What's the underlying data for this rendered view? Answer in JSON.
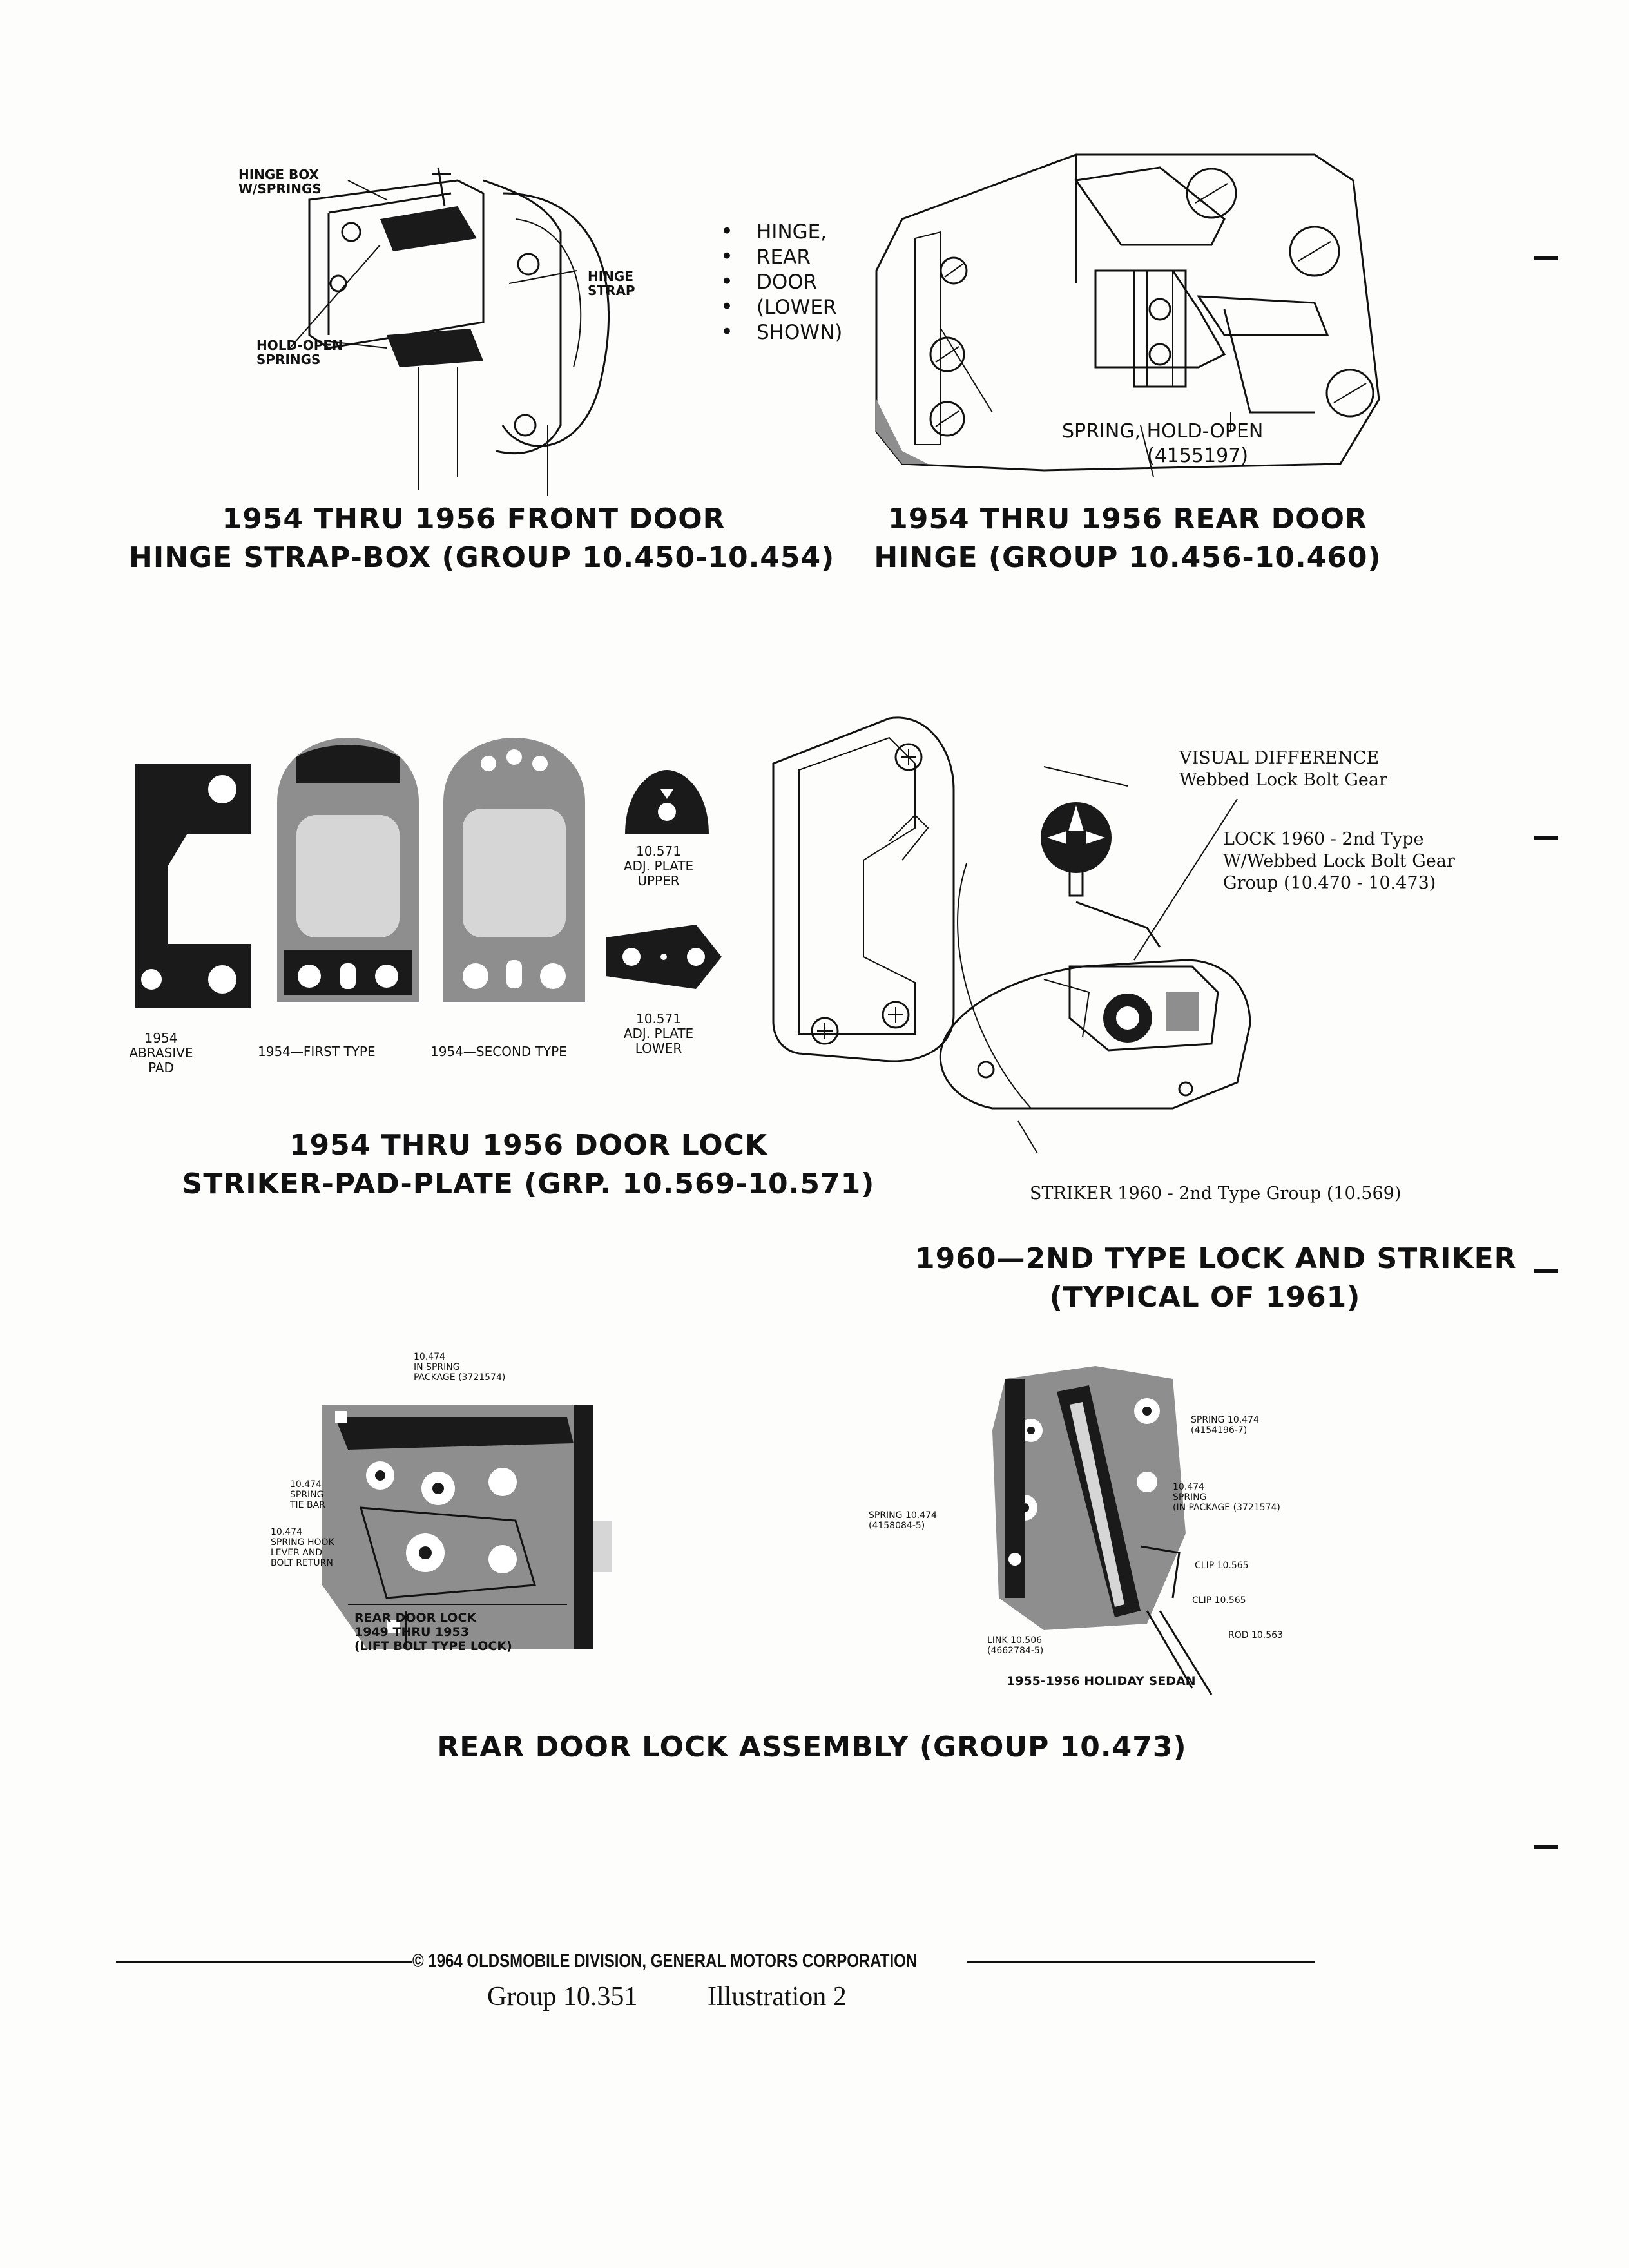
{
  "fig1": {
    "caption_line1": "1954 THRU 1956 FRONT DOOR",
    "caption_line2": "HINGE STRAP-BOX (GROUP 10.450-10.454)",
    "hinge_box_label": "HINGE BOX\nW/SPRINGS",
    "hinge_strap_label": "HINGE\nSTRAP",
    "hold_open_label": "HOLD-OPEN\nSPRINGS"
  },
  "fig2": {
    "bullets": [
      "HINGE,",
      "REAR",
      "DOOR",
      "(LOWER",
      "SHOWN)"
    ],
    "spring_label": "SPRING, HOLD-OPEN",
    "spring_part": "(4155197)",
    "caption_line1": "1954 THRU 1956 REAR DOOR",
    "caption_line2": "HINGE (GROUP 10.456-10.460)"
  },
  "fig3": {
    "pad_label": "1954\nABRASIVE\nPAD",
    "first_type_label": "1954—FIRST TYPE",
    "second_type_label": "1954—SECOND TYPE",
    "upper_label": "10.571\nADJ. PLATE\nUPPER",
    "lower_label": "10.571\nADJ. PLATE\nLOWER",
    "caption_line1": "1954 THRU 1956 DOOR LOCK",
    "caption_line2": "STRIKER-PAD-PLATE (GRP. 10.569-10.571)"
  },
  "fig4": {
    "visual_diff_label": "VISUAL DIFFERENCE\nWebbed Lock Bolt Gear",
    "lock_label": "LOCK 1960 - 2nd Type\nW/Webbed Lock Bolt Gear\nGroup (10.470 - 10.473)",
    "striker_label": "STRIKER 1960 - 2nd Type Group (10.569)",
    "caption_line1": "1960—2ND TYPE LOCK AND STRIKER",
    "caption_line2": "(TYPICAL OF 1961)"
  },
  "fig5": {
    "spring_package_label": "10.474\nIN SPRING\nPACKAGE (3721574)",
    "spring_tie_bar_label": "10.474\nSPRING\nTIE BAR",
    "spring_hook_label": "10.474\nSPRING HOOK\nLEVER AND\nBOLT RETURN",
    "rear_lock_label": "REAR DOOR LOCK\n1949 THRU 1953\n(LIFT BOLT TYPE LOCK)"
  },
  "fig6": {
    "spring_upper_label": "SPRING 10.474\n(4154196-7)",
    "spring_package_label": "10.474\nSPRING\n(IN PACKAGE (3721574)",
    "spring_left_label": "SPRING 10.474\n(4158084-5)",
    "clip1_label": "CLIP 10.565",
    "clip2_label": "CLIP 10.565",
    "rod_label": "ROD 10.563",
    "link_label": "LINK 10.506\n(4662784-5)",
    "sedan_label": "1955-1956 HOLIDAY SEDAN"
  },
  "assembly_caption": "REAR DOOR LOCK ASSEMBLY (GROUP 10.473)",
  "footer": {
    "copyright": "© 1964 OLDSMOBILE DIVISION, GENERAL MOTORS CORPORATION",
    "group": "Group 10.351",
    "illustration": "Illustration 2"
  }
}
